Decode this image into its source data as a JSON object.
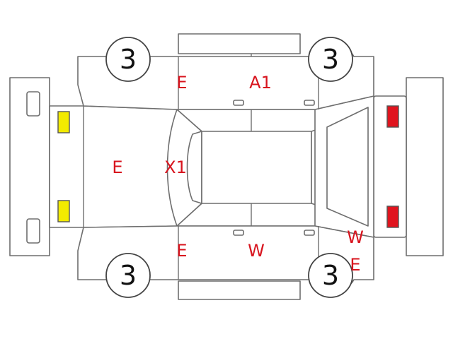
{
  "colors": {
    "mark_text": "#d8141e",
    "front_lamp_fill": "#f2ea00",
    "rear_lamp_fill": "#e0141e",
    "outline": "#6e6e6e"
  },
  "wheels": {
    "front_left": "3",
    "rear_left": "3",
    "front_right": "3",
    "rear_right": "3"
  },
  "marks": {
    "left_front_door": "E",
    "left_rear_door": "A1",
    "hood": "E",
    "windshield": "X1",
    "right_front_door": "E",
    "right_rear_door": "W",
    "rear_corner_top": "W",
    "rear_corner_bottom": "E"
  }
}
